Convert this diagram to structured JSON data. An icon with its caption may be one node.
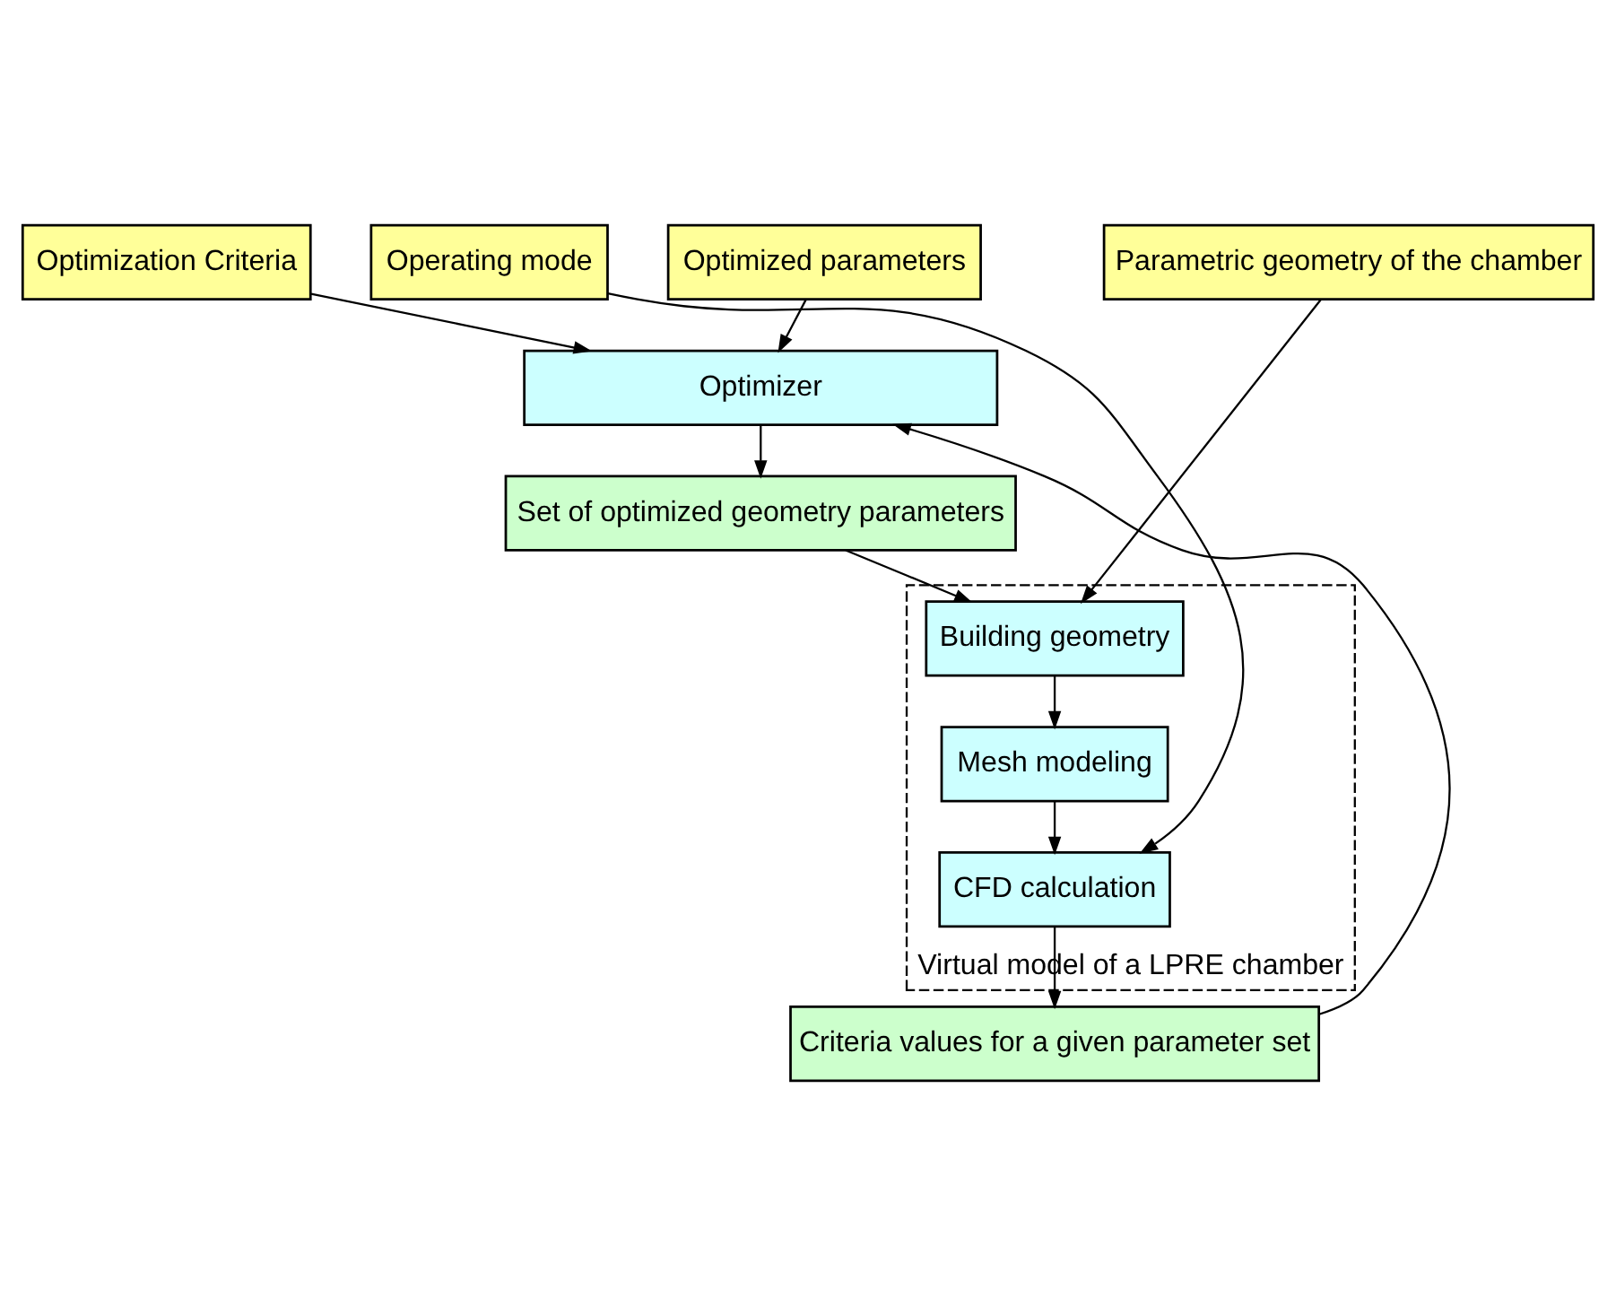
{
  "diagram": {
    "nodes": [
      {
        "text": [
          "Optimization Criteria"
        ]
      },
      {
        "text": [
          "Optimized parameters"
        ]
      },
      {
        "text": [
          "Parametric geometry of the chamber"
        ]
      },
      {
        "text": [
          "Optimizer"
        ]
      },
      {
        "text": [
          "Set of optimized geometry parameters"
        ]
      },
      {
        "text": [
          "Virtual model of a LPRE chamber"
        ]
      },
      {
        "text": [
          "Building geometry"
        ],
        "in": 5
      },
      {
        "text": [
          "Mesh modeling"
        ],
        "in": 5
      },
      {
        "text": [
          "CFD calculation"
        ],
        "in": 5
      },
      {
        "text": [
          "Operating mode"
        ]
      },
      {
        "text": [
          "Criteria values for a given parameter set"
        ]
      }
    ],
    "edges": [
      {
        "from": 0,
        "to": 3,
        "arrow": "to"
      },
      {
        "from": 1,
        "to": 3,
        "arrow": "to"
      },
      {
        "from": 2,
        "to": 6,
        "arrow": "to"
      },
      {
        "from": 3,
        "to": 4,
        "arrow": "to"
      },
      {
        "from": 4,
        "to": 6,
        "arrow": "to"
      },
      {
        "from": 6,
        "to": 7,
        "arrow": "to"
      },
      {
        "from": 7,
        "to": 8,
        "arrow": "to"
      },
      {
        "from": 9,
        "to": 8,
        "arrow": "to"
      },
      {
        "from": 8,
        "to": 10,
        "arrow": "to"
      },
      {
        "from": 10,
        "to": 3,
        "arrow": "to"
      }
    ]
  }
}
